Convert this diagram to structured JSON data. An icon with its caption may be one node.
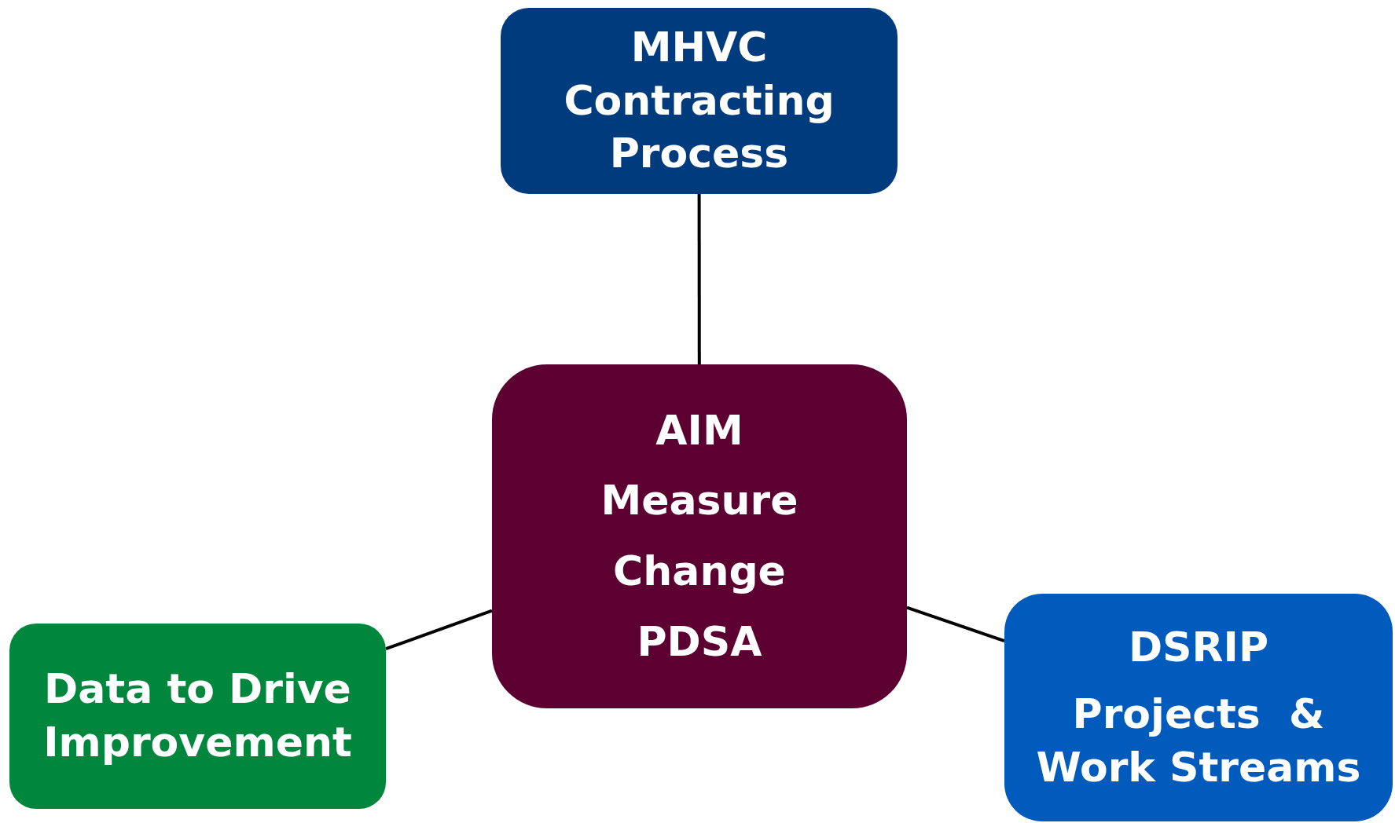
{
  "diagram": {
    "nodes": [
      {
        "text": [
          "MHVC Contracting Process"
        ]
      },
      {
        "text": [
          "AIM",
          "Measure",
          "Change",
          "PDSA"
        ]
      },
      {
        "text": [
          "Data to Drive Improvement"
        ]
      },
      {
        "text": [
          "DSRIP",
          "Projects  & Work Streams"
        ]
      }
    ],
    "edges": [
      {
        "from": 0,
        "to": 1,
        "arrow": "none"
      },
      {
        "from": 2,
        "to": 1,
        "arrow": "none"
      },
      {
        "from": 3,
        "to": 1,
        "arrow": "none"
      }
    ]
  }
}
